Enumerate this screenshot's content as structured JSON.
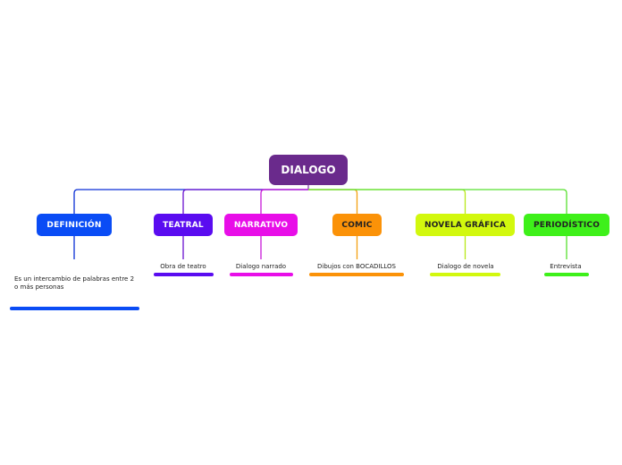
{
  "root": {
    "label": "DIALOGO",
    "color": "#6a2a8c"
  },
  "branches": [
    {
      "id": "definicion",
      "label": "DEFINICIÓN",
      "color": "#0a4cf5",
      "text_color": "#ffffff",
      "line_color": "#0a2fd6",
      "sub": "Es un intercambio de palabras entre 2 o más personas"
    },
    {
      "id": "teatral",
      "label": "TEATRAL",
      "color": "#5a0cf0",
      "text_color": "#ffffff",
      "line_color": "#6a10d0",
      "sub": "Obra de teatro"
    },
    {
      "id": "narrativo",
      "label": "NARRATIVO",
      "color": "#e80ee8",
      "text_color": "#ffffff",
      "line_color": "#c81ad8",
      "sub": "Dialogo narrado"
    },
    {
      "id": "comic",
      "label": "COMIC",
      "color": "#fb9208",
      "text_color": "#222222",
      "line_color": "#f3a010",
      "sub": "Dibujos con BOCADILLOS"
    },
    {
      "id": "novela-grafica",
      "label": "NOVELA GRÁFICA",
      "color": "#d2f80e",
      "text_color": "#222222",
      "line_color": "#b8e818",
      "sub": "Dialogo de novela"
    },
    {
      "id": "periodistico",
      "label": "PERIODÍSTICO",
      "color": "#3ef01a",
      "text_color": "#222222",
      "line_color": "#58e030",
      "sub": "Entrevista"
    }
  ]
}
